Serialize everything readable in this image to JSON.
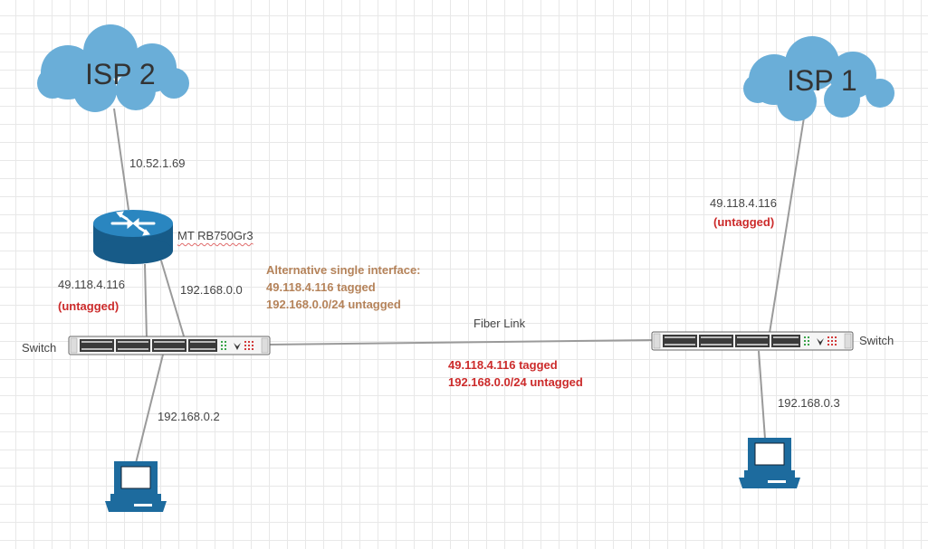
{
  "nodes": {
    "isp2": {
      "label": "ISP 2"
    },
    "isp1": {
      "label": "ISP 1"
    },
    "router": {
      "label": "MT RB750Gr3"
    },
    "switch_left": {
      "label": "Switch"
    },
    "switch_right": {
      "label": "Switch"
    }
  },
  "links": {
    "isp2_router": "10.52.1.69",
    "isp1_switch_ip": "49.118.4.116",
    "isp1_switch_mode": "(untagged)",
    "router_switch_wan_ip": "49.118.4.116",
    "router_switch_wan_mode": "(untagged)",
    "router_switch_lan": "192.168.0.0",
    "switch_left_pc": "192.168.0.2",
    "switch_right_pc": "192.168.0.3",
    "fiber_label": "Fiber Link",
    "fiber_line1": "49.118.4.116 tagged",
    "fiber_line2": "192.168.0.0/24 untagged"
  },
  "note": {
    "title": "Alternative single interface:",
    "line1": "49.118.4.116 tagged",
    "line2": "192.168.0.0/24 untagged"
  },
  "colors": {
    "cloud": "#6aaed8",
    "router": "#1d6b9e",
    "pc": "#1d6b9e",
    "line": "#999999",
    "red_text": "#cc2b2b",
    "orange_text": "#b5835a"
  }
}
